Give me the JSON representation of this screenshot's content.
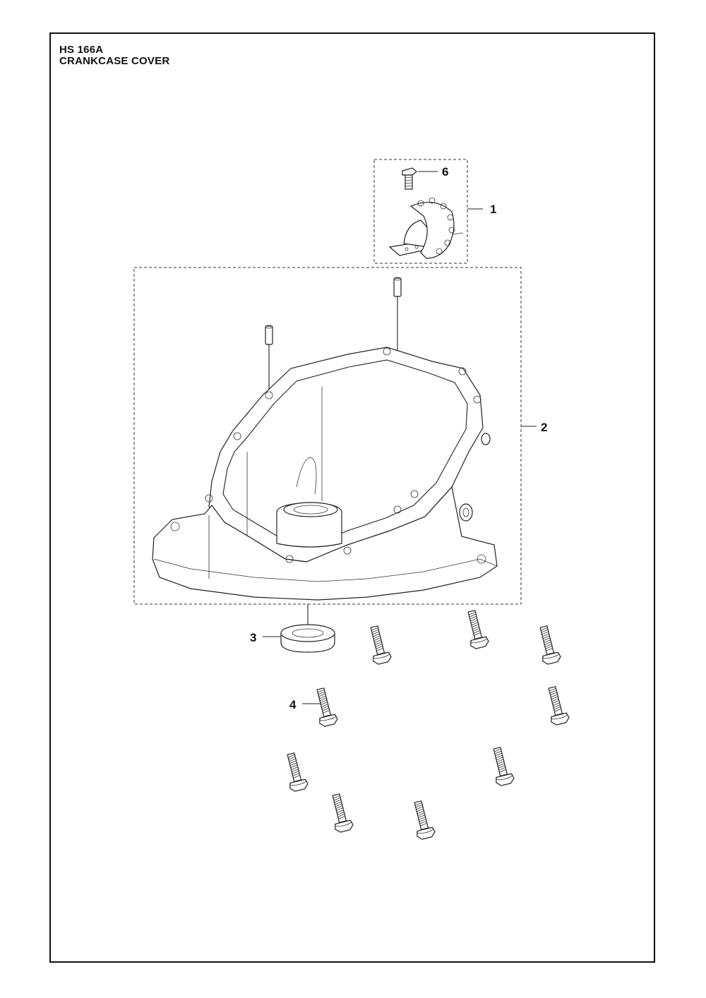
{
  "header": {
    "model": "HS 166A",
    "section": "CRANKCASE COVER"
  },
  "callouts": [
    {
      "id": "1",
      "label": "1"
    },
    {
      "id": "2",
      "label": "2"
    },
    {
      "id": "3",
      "label": "3"
    },
    {
      "id": "4",
      "label": "4"
    },
    {
      "id": "6",
      "label": "6"
    }
  ]
}
